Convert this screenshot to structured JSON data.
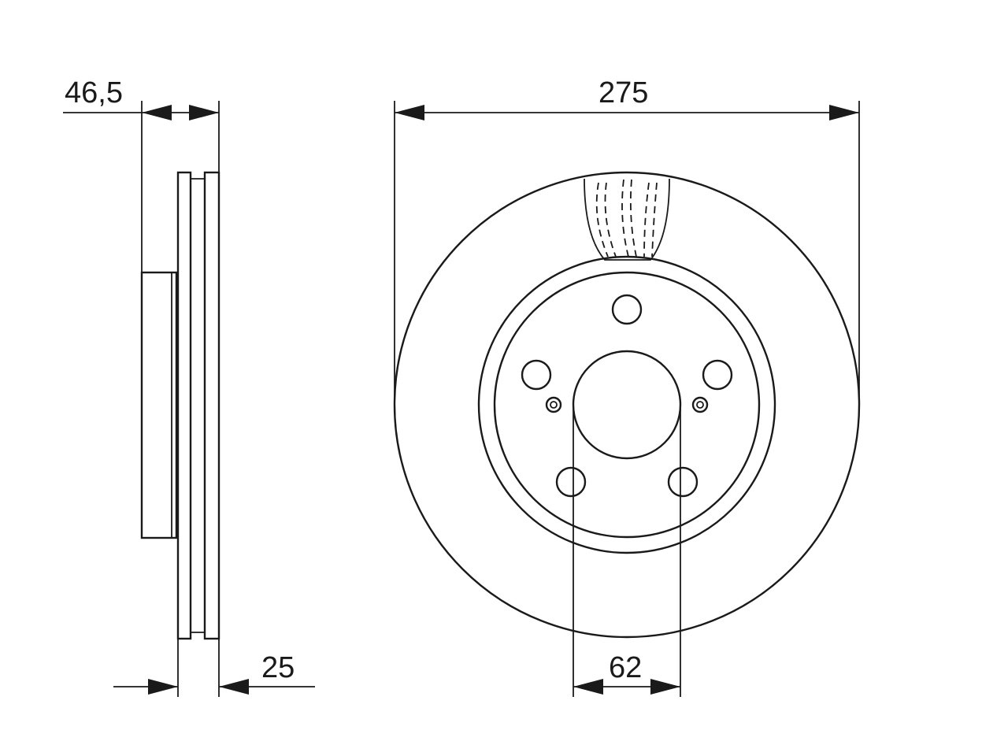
{
  "drawing": {
    "subject": "brake disc",
    "colors": {
      "line": "#1a1a1a",
      "background": "#ffffff"
    },
    "dimensions": {
      "hub_height": "46,5",
      "thickness": "25",
      "outer_diameter": "275",
      "center_bore": "62"
    },
    "bolt_holes": 5,
    "pilot_holes": 2
  }
}
